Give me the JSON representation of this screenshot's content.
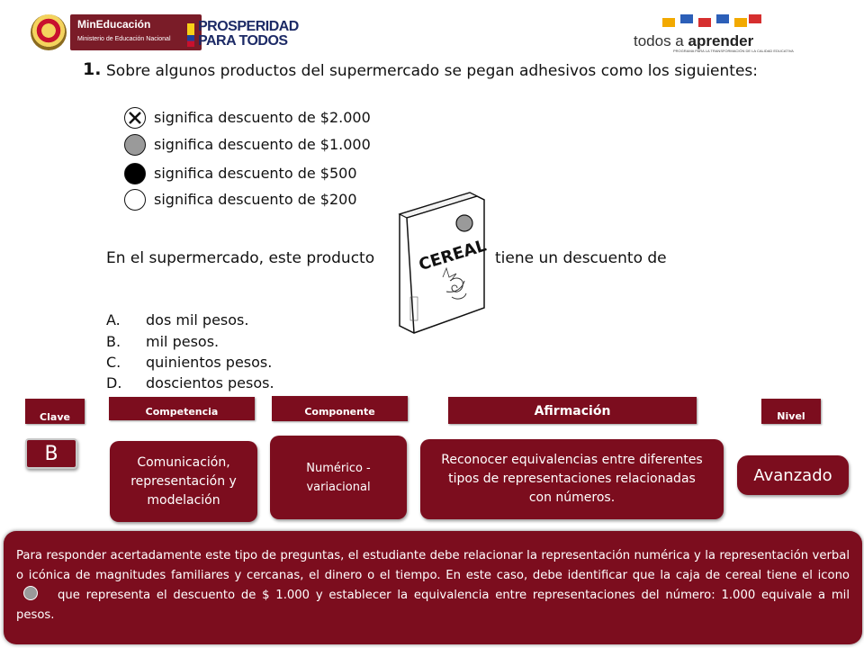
{
  "header": {
    "logo_left_title": "MinEducación",
    "logo_left_subtitle": "Ministerio de Educación Nacional",
    "logo_center_line1": "PROSPERIDAD",
    "logo_center_line2": "PARA TODOS",
    "logo_right_word1": "todos a ",
    "logo_right_word2": "aprender",
    "logo_right_subtitle": "PROGRAMA PARA LA TRANSFORMACIÓN DE LA CALIDAD EDUCATIVA"
  },
  "question": {
    "number": "1.",
    "stem": "Sobre algunos productos del supermercado se pegan adhesivos como los siguientes:",
    "legend": [
      {
        "icon": "crossed-circle-icon",
        "color": "#ffffff",
        "text": "significa descuento de $2.000"
      },
      {
        "icon": "gray-circle-icon",
        "color": "#9a9a9a",
        "text": "significa descuento de $1.000"
      },
      {
        "icon": "black-circle-icon",
        "color": "#000000",
        "text": "significa descuento de $500"
      },
      {
        "icon": "white-circle-icon",
        "color": "#ffffff",
        "text": "significa descuento de $200"
      }
    ],
    "prompt_before": "En el supermercado, este producto",
    "prompt_after": "tiene un descuento de",
    "product_label": "CEREAL",
    "options": [
      {
        "letter": "A.",
        "text": "dos mil pesos."
      },
      {
        "letter": "B.",
        "text": "mil pesos."
      },
      {
        "letter": "C.",
        "text": "quinientos pesos."
      },
      {
        "letter": "D.",
        "text": "doscientos pesos."
      }
    ]
  },
  "info": {
    "clave_label": "Clave",
    "clave_value": "B",
    "competencia_label": "Competencia",
    "competencia_value": "Comunicación, representación y modelación",
    "componente_label": "Componente",
    "componente_value": "Numérico - variacional",
    "afirmacion_label": "Afirmación",
    "afirmacion_value": "Reconocer equivalencias entre diferentes tipos de representaciones relacionadas con números.",
    "nivel_label": "Nivel",
    "nivel_value": "Avanzado"
  },
  "explanation": {
    "part1": "Para responder acertadamente este tipo de preguntas, el estudiante debe relacionar la representación numérica y la representación verbal o icónica de magnitudes familiares y cercanas, el dinero o el tiempo. En este caso, debe identificar que la caja de cereal tiene el icono",
    "part2": "que representa el descuento de $ 1.000 y establecer la equivalencia entre representaciones del número: 1.000 equivale a mil pesos."
  },
  "colors": {
    "accent": "#7c0d1e",
    "gray_sticker": "#9a9a9a"
  }
}
